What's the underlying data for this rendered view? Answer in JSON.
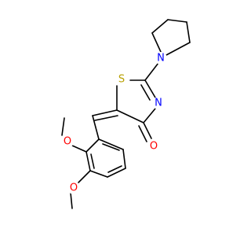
{
  "molecule": {
    "atoms": [
      {
        "id": "S",
        "label": "S",
        "color": "#b8a000"
      },
      {
        "id": "N1",
        "label": "N",
        "color": "#0000ff"
      },
      {
        "id": "N2",
        "label": "N",
        "color": "#0000ff"
      },
      {
        "id": "O1",
        "label": "O",
        "color": "#ff0000"
      },
      {
        "id": "O2",
        "label": "O",
        "color": "#ff0000"
      },
      {
        "id": "O3",
        "label": "O",
        "color": "#ff0000"
      }
    ]
  },
  "colors": {
    "bond": "#000000",
    "background": "#ffffff"
  }
}
